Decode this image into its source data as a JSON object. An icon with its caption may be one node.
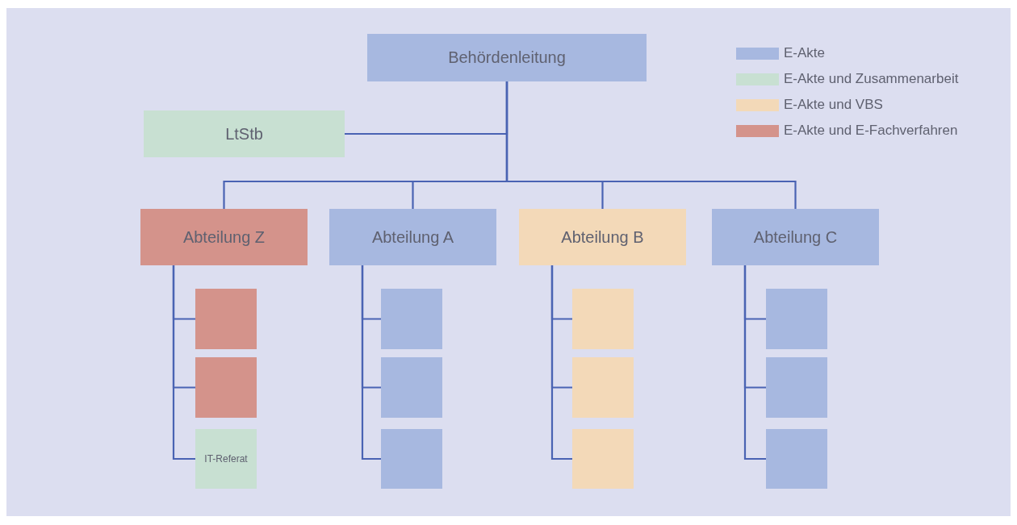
{
  "diagram": {
    "nodes": [
      {
        "text": [
          "Behördenleitung"
        ]
      },
      {
        "text": [
          "LtStb"
        ]
      },
      {
        "text": [
          "Abteilung Z"
        ]
      },
      {
        "text": [
          "Abteilung A"
        ]
      },
      {
        "text": [
          "Abteilung B"
        ]
      },
      {
        "text": [
          "Abteilung C"
        ]
      },
      {
        "text": [],
        "shape": "box"
      },
      {
        "text": [],
        "shape": "box"
      },
      {
        "text": [
          "IT-Referat"
        ]
      },
      {
        "text": [],
        "shape": "box"
      },
      {
        "text": [],
        "shape": "box"
      },
      {
        "text": [],
        "shape": "box"
      },
      {
        "text": [],
        "shape": "box"
      },
      {
        "text": [],
        "shape": "box"
      },
      {
        "text": [],
        "shape": "box"
      },
      {
        "text": [],
        "shape": "box"
      },
      {
        "text": [],
        "shape": "box"
      },
      {
        "text": [],
        "shape": "box"
      }
    ],
    "edges": [
      {
        "from": 0,
        "to": 1,
        "arrow": "none"
      },
      {
        "from": 0,
        "to": 2,
        "arrow": "none"
      },
      {
        "from": 0,
        "to": 3,
        "arrow": "none"
      },
      {
        "from": 0,
        "to": 4,
        "arrow": "none"
      },
      {
        "from": 0,
        "to": 5,
        "arrow": "none"
      },
      {
        "from": 2,
        "to": 6,
        "arrow": "none"
      },
      {
        "from": 2,
        "to": 7,
        "arrow": "none"
      },
      {
        "from": 2,
        "to": 8,
        "arrow": "none"
      },
      {
        "from": 3,
        "to": 9,
        "arrow": "none"
      },
      {
        "from": 3,
        "to": 10,
        "arrow": "none"
      },
      {
        "from": 3,
        "to": 11,
        "arrow": "none"
      },
      {
        "from": 4,
        "to": 12,
        "arrow": "none"
      },
      {
        "from": 4,
        "to": 13,
        "arrow": "none"
      },
      {
        "from": 4,
        "to": 14,
        "arrow": "none"
      },
      {
        "from": 5,
        "to": 15,
        "arrow": "none"
      },
      {
        "from": 5,
        "to": 16,
        "arrow": "none"
      },
      {
        "from": 5,
        "to": 17,
        "arrow": "none"
      }
    ],
    "legend": [
      {
        "text": "E-Akte",
        "color": "#a7b8e0"
      },
      {
        "text": "E-Akte und Zusammenarbeit",
        "color": "#c8e0d2"
      },
      {
        "text": "E-Akte und VBS",
        "color": "#f3d9b8"
      },
      {
        "text": "E-Akte und E-Fachverfahren",
        "color": "#d4938b"
      }
    ]
  }
}
